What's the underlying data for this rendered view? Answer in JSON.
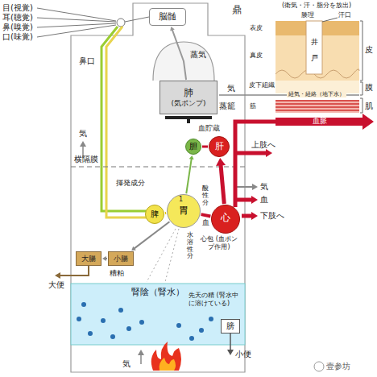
{
  "diagram": {
    "nodes": [
      {
        "text": [
          "脳髄"
        ]
      },
      {
        "text": [
          "肺",
          "(気ポンプ)"
        ]
      },
      {
        "text": [
          "胆"
        ]
      },
      {
        "text": [
          "肝"
        ]
      },
      {
        "text": [
          "脾"
        ]
      },
      {
        "text": [
          "胃"
        ]
      },
      {
        "text": [
          "心",
          "心包 (血ポンプ作用)"
        ]
      },
      {
        "text": [
          "大腸"
        ]
      },
      {
        "text": [
          "小腸"
        ]
      },
      {
        "text": [
          "腎陰（腎水）"
        ]
      },
      {
        "text": [
          "膀"
        ],
        "in": 9
      }
    ],
    "edges": [
      {
        "from": 1,
        "to": 0,
        "arrow": "to"
      },
      {
        "from": 6,
        "to": 3,
        "arrow": "to"
      },
      {
        "from": 3,
        "to": 2,
        "arrow": "none"
      },
      {
        "from": 5,
        "to": 6,
        "arrow": "none",
        "label": "血"
      },
      {
        "from": 4,
        "to": 5,
        "arrow": "none"
      },
      {
        "from": 5,
        "to": 8,
        "arrow": "to"
      },
      {
        "from": 8,
        "to": 7,
        "arrow": "to"
      },
      {
        "from": 5,
        "to": 2,
        "arrow": "to"
      }
    ],
    "labels": [
      "目(視覚)",
      "耳(聴覚)",
      "鼻(嗅覚)",
      "口(味覚)",
      "鼎",
      "蒸気",
      "鼻口",
      "蒸籠",
      "気",
      "上肢へ",
      "気",
      "横隔膜",
      "血貯蔵",
      "揮発成分",
      "酸性分",
      "水溶性分",
      "1",
      "気",
      "血",
      "下肢へ",
      "糟粕",
      "大便",
      "先天の精 (腎水中に溶けている)",
      "小便",
      "気",
      "(衛気・汗・脂分を放出)",
      "腠理",
      "汗口",
      "表皮",
      "真皮",
      "皮下組織",
      "井",
      "戸",
      "経気・経絡（地下水）",
      "皮",
      "膜",
      "肌",
      "筋",
      "血脈",
      "壹参坊"
    ]
  }
}
